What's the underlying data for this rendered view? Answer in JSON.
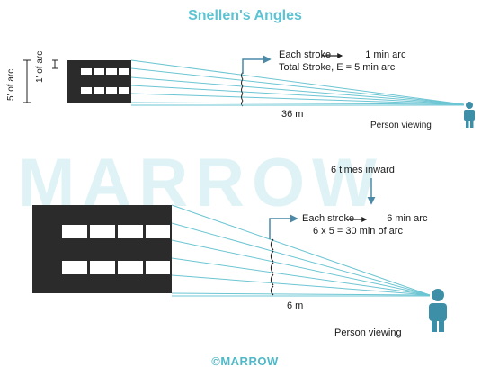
{
  "title": "Snellen's Angles",
  "watermark": "MARROW",
  "footer": "©MARROW",
  "top_diagram": {
    "label_total_arc": "5' of arc",
    "label_stroke_arc": "1' of arc",
    "annotation_line1": "Each stroke",
    "annotation_line1_value": "1 min arc",
    "annotation_line2": "Total Stroke, E = 5 min arc",
    "distance": "36 m",
    "viewer": "Person viewing"
  },
  "bottom_diagram": {
    "inward_note": "6 times inward",
    "annotation_line1": "Each stroke",
    "annotation_line1_value": "6 min arc",
    "annotation_line2": "6 x 5 = 30 min of arc",
    "distance": "6 m",
    "viewer": "Person viewing"
  },
  "colors": {
    "accent": "#5bc3d2",
    "arrow": "#4a8aa8",
    "letter_block": "#2b2b2b",
    "person": "#3d8fa8",
    "watermark": "#dff3f6"
  }
}
